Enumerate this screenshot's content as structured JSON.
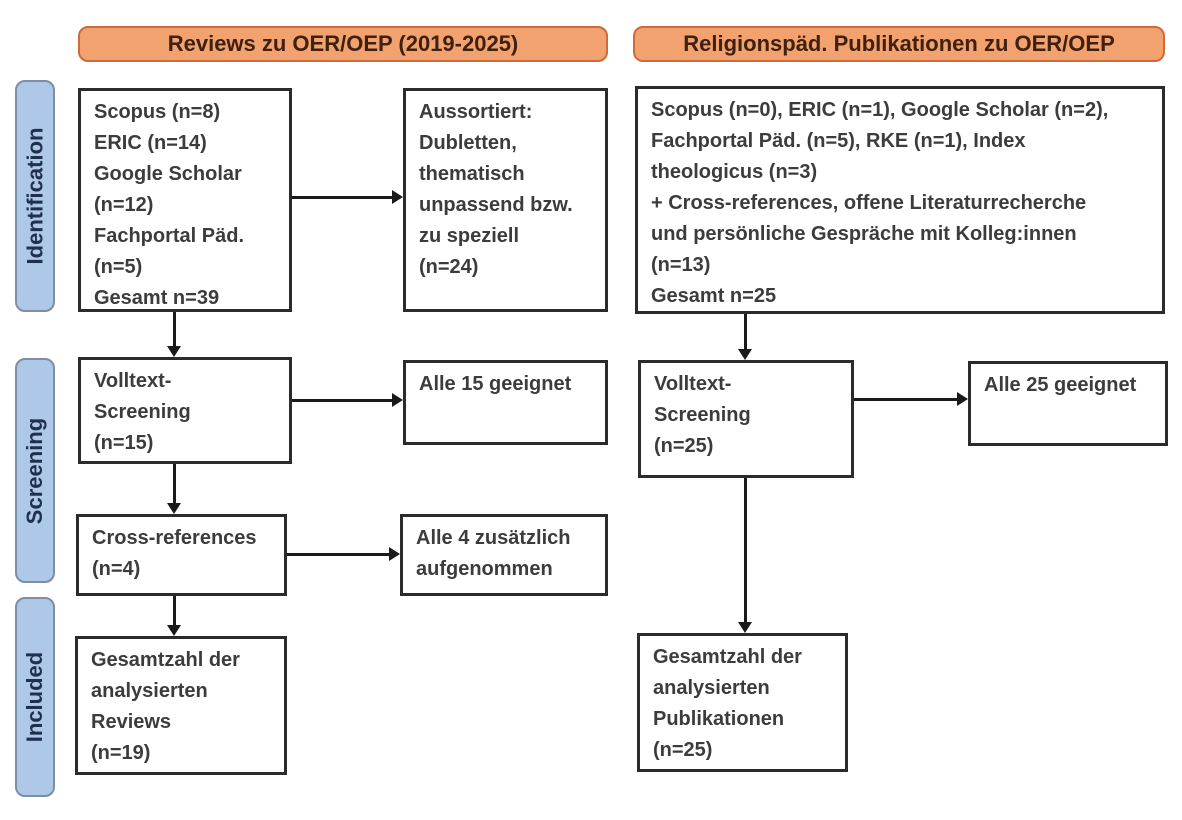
{
  "palette": {
    "header_fill": "#F2A26E",
    "header_border": "#CE6A3C",
    "header_text": "#40200F",
    "stage_fill": "#AEC8E8",
    "stage_border": "#7E8EA6",
    "stage_text": "#1F2F4D",
    "box_border": "#2B2B2B",
    "box_text": "#3C3C3C",
    "arrow": "#1A1A1A"
  },
  "headers": {
    "left": "Reviews zu OER/OEP (2019-2025)",
    "right": "Religionspäd. Publikationen zu OER/OEP"
  },
  "stages": {
    "identification": "Identification",
    "screening": "Screening",
    "included": "Included"
  },
  "left": {
    "sources": [
      "Scopus (n=8)",
      "ERIC (n=14)",
      "Google Scholar",
      "(n=12)",
      "Fachportal Päd.",
      "(n=5)",
      "Gesamt n=39"
    ],
    "excluded": [
      "Aussortiert:",
      "Dubletten,",
      "thematisch",
      "unpassend bzw.",
      "zu speziell",
      "(n=24)"
    ],
    "fulltext": [
      "Volltext-",
      "Screening",
      "(n=15)"
    ],
    "fulltext_result": [
      "Alle 15 geeignet"
    ],
    "crossref": [
      "Cross-references",
      "(n=4)"
    ],
    "crossref_result": [
      "Alle 4 zusätzlich",
      "aufgenommen"
    ],
    "total": [
      "Gesamtzahl der",
      "analysierten",
      "Reviews",
      "(n=19)"
    ]
  },
  "right": {
    "sources": [
      "Scopus (n=0), ERIC (n=1), Google Scholar (n=2),",
      "Fachportal Päd. (n=5), RKE (n=1), Index",
      "theologicus (n=3)",
      "+ Cross-references, offene Literaturrecherche",
      "und persönliche Gespräche mit Kolleg:innen",
      "(n=13)",
      "Gesamt n=25"
    ],
    "fulltext": [
      "Volltext-",
      "Screening",
      "(n=25)"
    ],
    "fulltext_result": [
      "Alle 25 geeignet"
    ],
    "total": [
      "Gesamtzahl der",
      "analysierten",
      "Publikationen",
      "(n=25)"
    ]
  }
}
